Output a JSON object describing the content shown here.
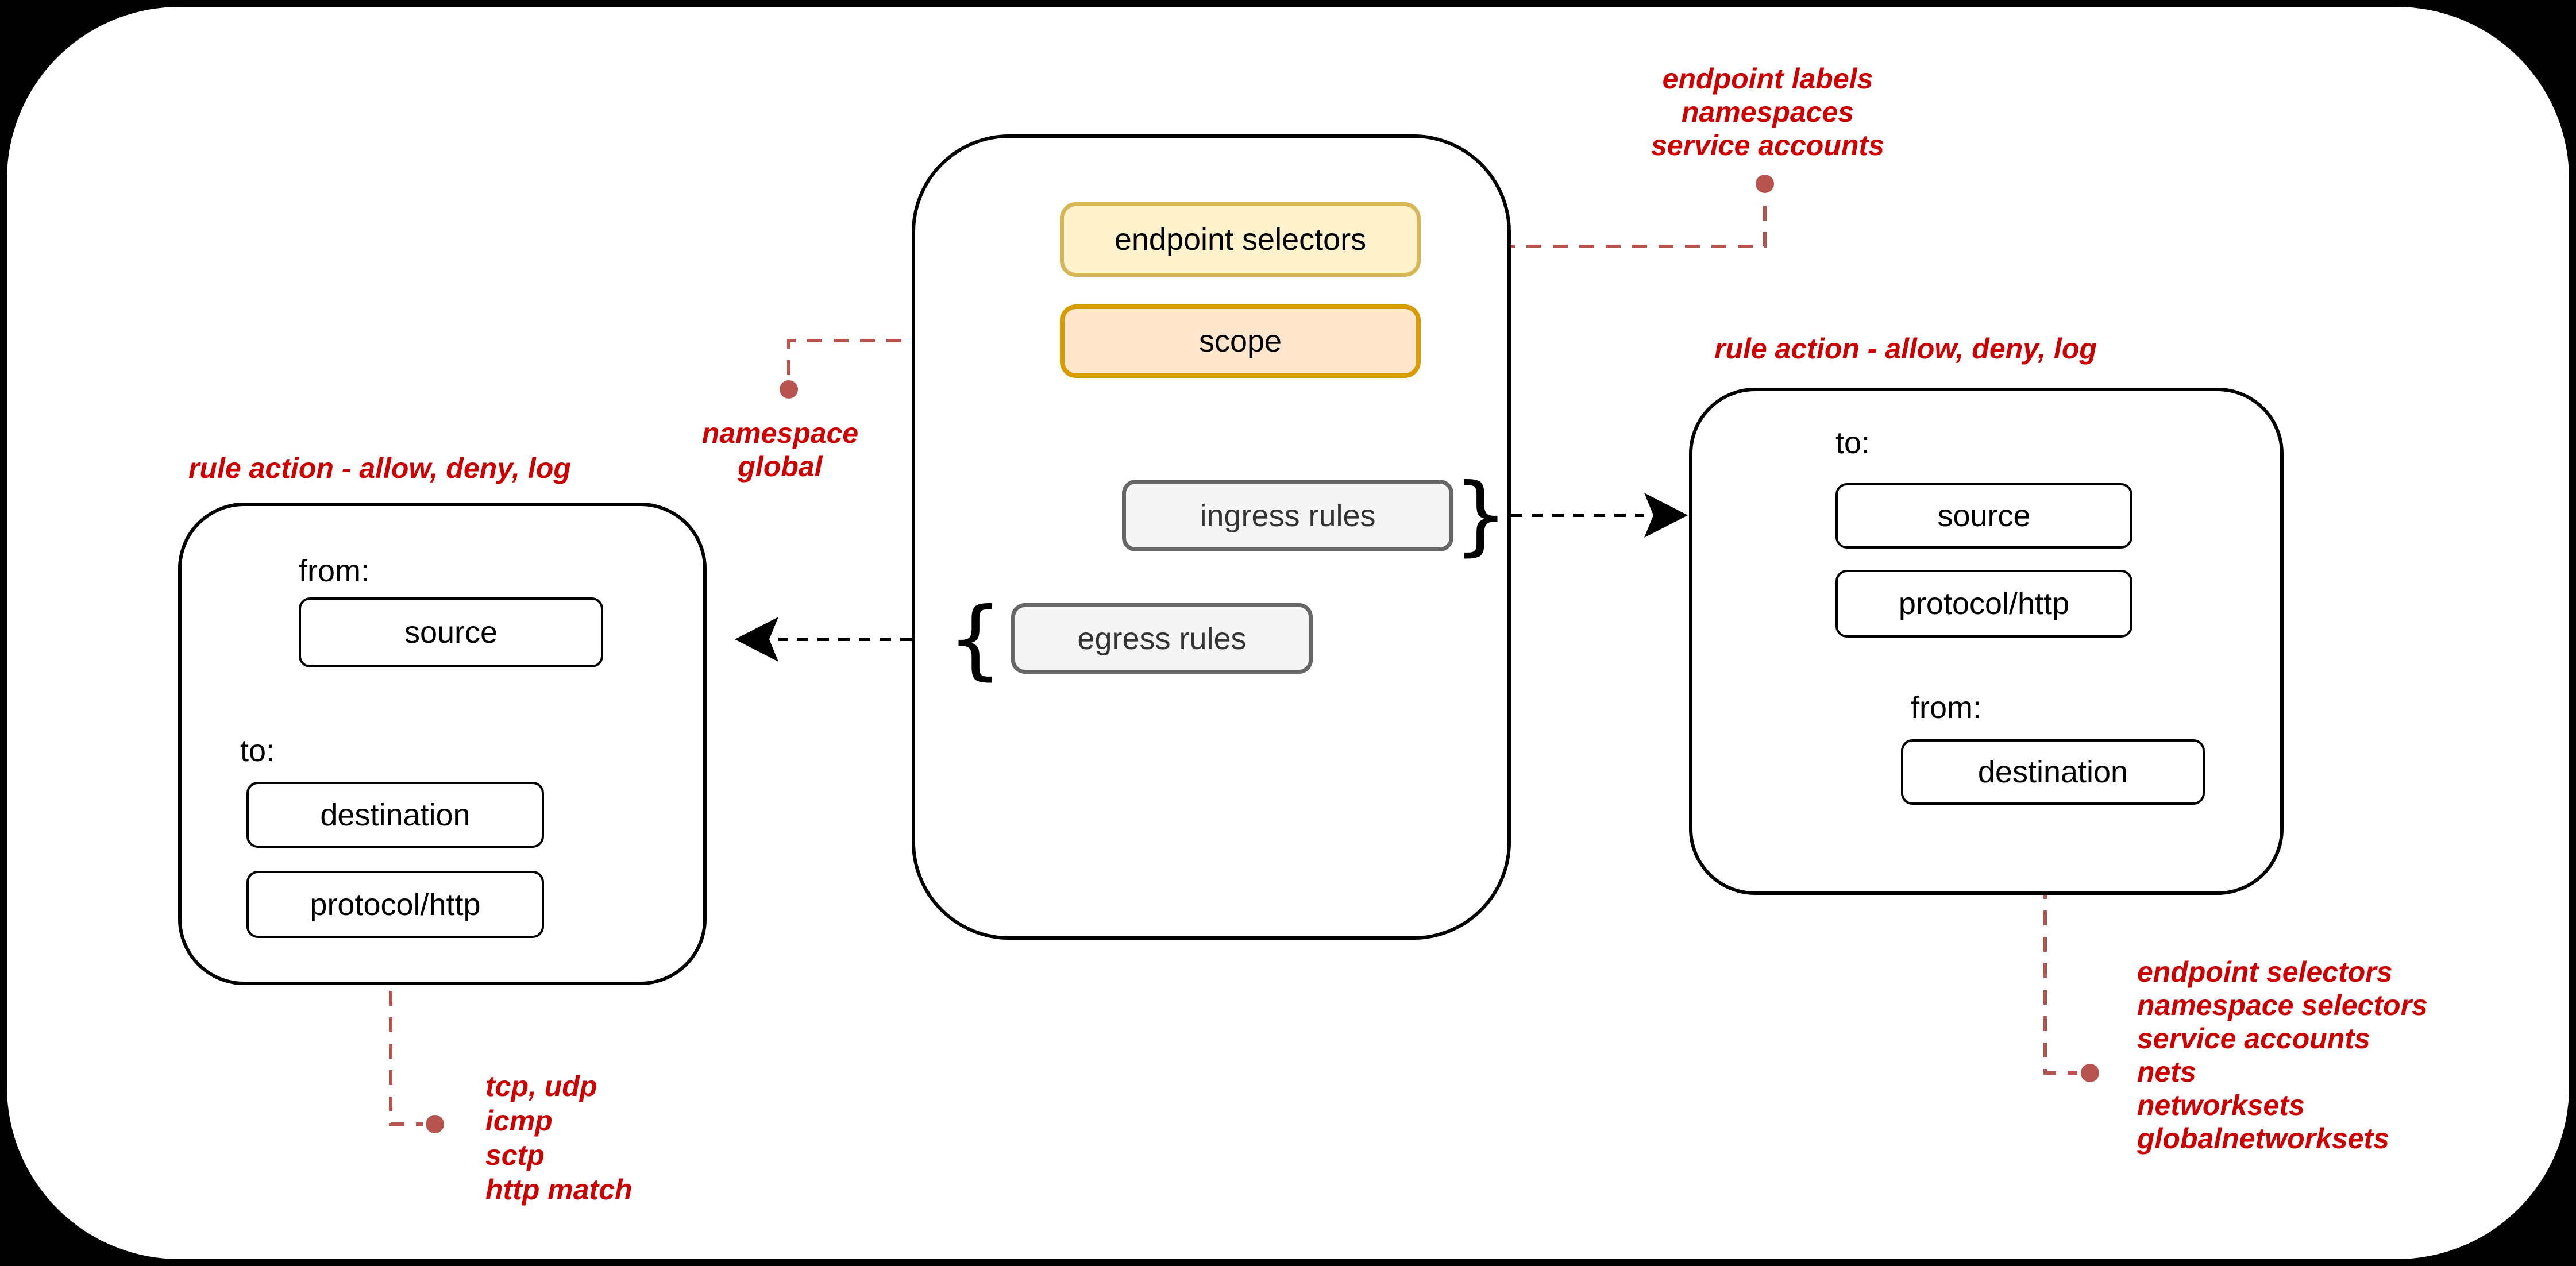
{
  "policy": {
    "endpoint_selectors_label": "endpoint selectors",
    "scope_label": "scope",
    "ingress_label": "ingress rules",
    "egress_label": "egress rules"
  },
  "egress_rule_box": {
    "title": "rule action - allow, deny, log",
    "from_label": "from:",
    "source_label": "source",
    "to_label": "to:",
    "destination_label": "destination",
    "protocol_label": "protocol/http"
  },
  "ingress_rule_box": {
    "title": "rule action - allow, deny, log",
    "to_label": "to:",
    "source_label": "source",
    "protocol_label": "protocol/http",
    "from_label": "from:",
    "destination_label": "destination"
  },
  "annotations": {
    "endpoint_selector_options": {
      "lines": [
        "endpoint labels",
        "namespaces",
        "service accounts"
      ]
    },
    "scope_options": {
      "lines": [
        "namespace",
        "global"
      ]
    },
    "protocol_options": {
      "lines": [
        "tcp, udp",
        "icmp",
        "sctp",
        "http match"
      ]
    },
    "destination_options": {
      "lines": [
        "endpoint selectors",
        "namespace selectors",
        "service accounts",
        "nets",
        "networksets",
        "globalnetworksets"
      ]
    }
  },
  "braces": {
    "open": "{",
    "close": "}"
  },
  "colors": {
    "yellow_fill": "#FFF2CC",
    "yellow_border": "#D6B656",
    "orange_fill": "#FFE6CC",
    "orange_border": "#D79B00",
    "gray_fill": "#F5F5F5",
    "gray_border": "#666666",
    "gray_text": "#333333",
    "annotation_red": "#CC0000",
    "connector_red": "#B85450",
    "line_black": "#000000"
  }
}
